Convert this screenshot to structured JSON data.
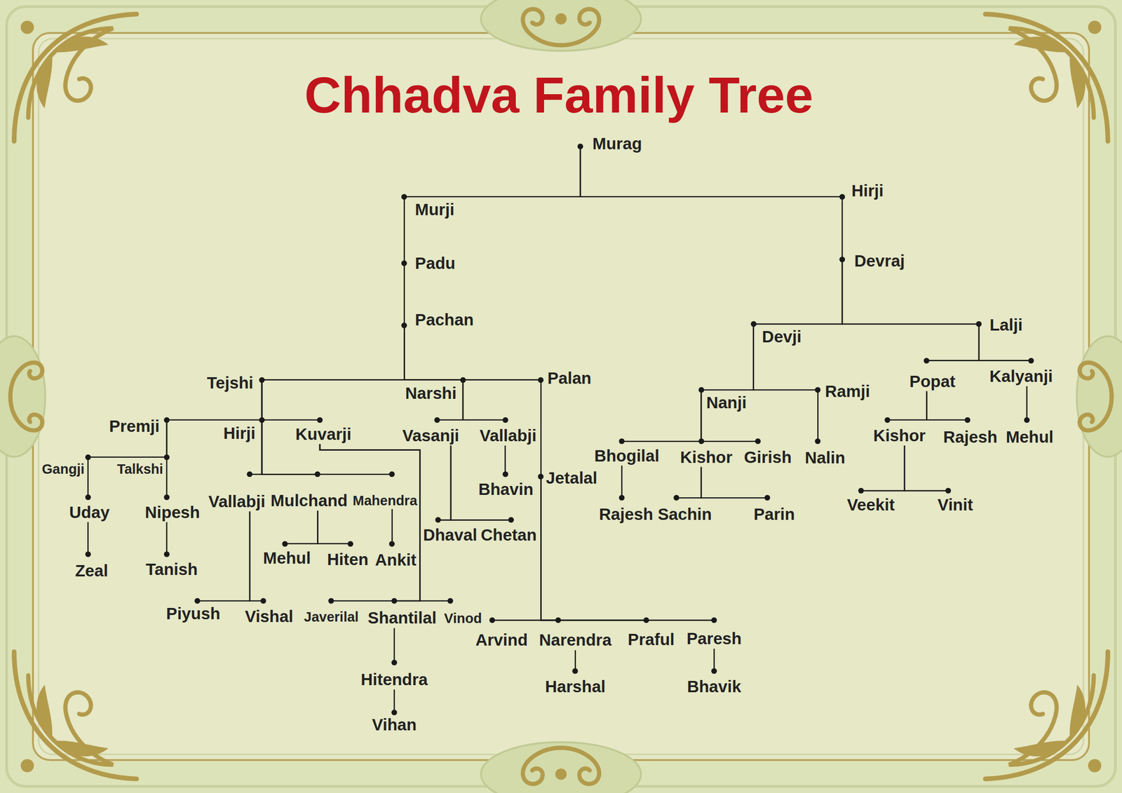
{
  "diagram": {
    "title": "Chhadva Family Tree",
    "nodes": [
      {
        "text": [
          "Murag"
        ]
      },
      {
        "text": [
          "Murji"
        ]
      },
      {
        "text": [
          "Padu"
        ]
      },
      {
        "text": [
          "Pachan"
        ]
      },
      {
        "text": [
          "Tejshi"
        ]
      },
      {
        "text": [
          "Premji"
        ]
      },
      {
        "text": [
          "Gangji"
        ]
      },
      {
        "text": [
          "Uday"
        ]
      },
      {
        "text": [
          "Zeal"
        ]
      },
      {
        "text": [
          "Talkshi"
        ]
      },
      {
        "text": [
          "Nipesh"
        ]
      },
      {
        "text": [
          "Tanish"
        ]
      },
      {
        "text": [
          "Hirji"
        ]
      },
      {
        "text": [
          "Vallabji"
        ]
      },
      {
        "text": [
          "Piyush"
        ]
      },
      {
        "text": [
          "Vishal"
        ]
      },
      {
        "text": [
          "Mulchand"
        ]
      },
      {
        "text": [
          "Mehul"
        ]
      },
      {
        "text": [
          "Hiten"
        ]
      },
      {
        "text": [
          "Mahendra"
        ]
      },
      {
        "text": [
          "Ankit"
        ]
      },
      {
        "text": [
          "Kuvarji"
        ]
      },
      {
        "text": [
          "Javerilal"
        ]
      },
      {
        "text": [
          "Shantilal"
        ]
      },
      {
        "text": [
          "Hitendra"
        ]
      },
      {
        "text": [
          "Vihan"
        ]
      },
      {
        "text": [
          "Vinod"
        ]
      },
      {
        "text": [
          "Narshi"
        ]
      },
      {
        "text": [
          "Vasanji"
        ]
      },
      {
        "text": [
          "Dhaval"
        ]
      },
      {
        "text": [
          "Chetan"
        ]
      },
      {
        "text": [
          "Vallabji"
        ]
      },
      {
        "text": [
          "Bhavin"
        ]
      },
      {
        "text": [
          "Palan"
        ]
      },
      {
        "text": [
          "Jetalal"
        ]
      },
      {
        "text": [
          "Arvind"
        ]
      },
      {
        "text": [
          "Narendra"
        ]
      },
      {
        "text": [
          "Harshal"
        ]
      },
      {
        "text": [
          "Praful"
        ]
      },
      {
        "text": [
          "Paresh"
        ]
      },
      {
        "text": [
          "Bhavik"
        ]
      },
      {
        "text": [
          "Hirji"
        ]
      },
      {
        "text": [
          "Devraj"
        ]
      },
      {
        "text": [
          "Devji"
        ]
      },
      {
        "text": [
          "Nanji"
        ]
      },
      {
        "text": [
          "Bhogilal"
        ]
      },
      {
        "text": [
          "Rajesh"
        ]
      },
      {
        "text": [
          "Kishor"
        ]
      },
      {
        "text": [
          "Sachin"
        ]
      },
      {
        "text": [
          "Parin"
        ]
      },
      {
        "text": [
          "Girish"
        ]
      },
      {
        "text": [
          "Ramji"
        ]
      },
      {
        "text": [
          "Nalin"
        ]
      },
      {
        "text": [
          "Lalji"
        ]
      },
      {
        "text": [
          "Popat"
        ]
      },
      {
        "text": [
          "Kishor"
        ]
      },
      {
        "text": [
          "Veekit"
        ]
      },
      {
        "text": [
          "Vinit"
        ]
      },
      {
        "text": [
          "Rajesh"
        ]
      },
      {
        "text": [
          "Kalyanji"
        ]
      },
      {
        "text": [
          "Mehul"
        ]
      }
    ],
    "edges": [
      {
        "from": 0,
        "to": 1,
        "arrow": "none"
      },
      {
        "from": 0,
        "to": 41,
        "arrow": "none"
      },
      {
        "from": 1,
        "to": 2,
        "arrow": "none"
      },
      {
        "from": 2,
        "to": 3,
        "arrow": "none"
      },
      {
        "from": 3,
        "to": 4,
        "arrow": "none"
      },
      {
        "from": 3,
        "to": 27,
        "arrow": "none"
      },
      {
        "from": 3,
        "to": 33,
        "arrow": "none"
      },
      {
        "from": 4,
        "to": 5,
        "arrow": "none"
      },
      {
        "from": 4,
        "to": 12,
        "arrow": "none"
      },
      {
        "from": 4,
        "to": 21,
        "arrow": "none"
      },
      {
        "from": 5,
        "to": 6,
        "arrow": "none"
      },
      {
        "from": 5,
        "to": 9,
        "arrow": "none"
      },
      {
        "from": 6,
        "to": 7,
        "arrow": "none"
      },
      {
        "from": 7,
        "to": 8,
        "arrow": "none"
      },
      {
        "from": 9,
        "to": 10,
        "arrow": "none"
      },
      {
        "from": 10,
        "to": 11,
        "arrow": "none"
      },
      {
        "from": 12,
        "to": 13,
        "arrow": "none"
      },
      {
        "from": 12,
        "to": 16,
        "arrow": "none"
      },
      {
        "from": 12,
        "to": 19,
        "arrow": "none"
      },
      {
        "from": 13,
        "to": 14,
        "arrow": "none"
      },
      {
        "from": 13,
        "to": 15,
        "arrow": "none"
      },
      {
        "from": 16,
        "to": 17,
        "arrow": "none"
      },
      {
        "from": 16,
        "to": 18,
        "arrow": "none"
      },
      {
        "from": 19,
        "to": 20,
        "arrow": "none"
      },
      {
        "from": 21,
        "to": 22,
        "arrow": "none"
      },
      {
        "from": 21,
        "to": 23,
        "arrow": "none"
      },
      {
        "from": 21,
        "to": 26,
        "arrow": "none"
      },
      {
        "from": 23,
        "to": 24,
        "arrow": "none"
      },
      {
        "from": 24,
        "to": 25,
        "arrow": "none"
      },
      {
        "from": 27,
        "to": 28,
        "arrow": "none"
      },
      {
        "from": 27,
        "to": 31,
        "arrow": "none"
      },
      {
        "from": 28,
        "to": 29,
        "arrow": "none"
      },
      {
        "from": 28,
        "to": 30,
        "arrow": "none"
      },
      {
        "from": 31,
        "to": 32,
        "arrow": "none"
      },
      {
        "from": 33,
        "to": 34,
        "arrow": "none"
      },
      {
        "from": 34,
        "to": 35,
        "arrow": "none"
      },
      {
        "from": 34,
        "to": 36,
        "arrow": "none"
      },
      {
        "from": 34,
        "to": 38,
        "arrow": "none"
      },
      {
        "from": 34,
        "to": 39,
        "arrow": "none"
      },
      {
        "from": 36,
        "to": 37,
        "arrow": "none"
      },
      {
        "from": 39,
        "to": 40,
        "arrow": "none"
      },
      {
        "from": 41,
        "to": 42,
        "arrow": "none"
      },
      {
        "from": 42,
        "to": 43,
        "arrow": "none"
      },
      {
        "from": 42,
        "to": 53,
        "arrow": "none"
      },
      {
        "from": 43,
        "to": 44,
        "arrow": "none"
      },
      {
        "from": 43,
        "to": 51,
        "arrow": "none"
      },
      {
        "from": 44,
        "to": 45,
        "arrow": "none"
      },
      {
        "from": 44,
        "to": 47,
        "arrow": "none"
      },
      {
        "from": 44,
        "to": 50,
        "arrow": "none"
      },
      {
        "from": 45,
        "to": 46,
        "arrow": "none"
      },
      {
        "from": 47,
        "to": 48,
        "arrow": "none"
      },
      {
        "from": 47,
        "to": 49,
        "arrow": "none"
      },
      {
        "from": 51,
        "to": 52,
        "arrow": "none"
      },
      {
        "from": 53,
        "to": 54,
        "arrow": "none"
      },
      {
        "from": 53,
        "to": 59,
        "arrow": "none"
      },
      {
        "from": 54,
        "to": 55,
        "arrow": "none"
      },
      {
        "from": 54,
        "to": 58,
        "arrow": "none"
      },
      {
        "from": 55,
        "to": 56,
        "arrow": "none"
      },
      {
        "from": 55,
        "to": 57,
        "arrow": "none"
      },
      {
        "from": 59,
        "to": 60,
        "arrow": "none"
      }
    ]
  }
}
